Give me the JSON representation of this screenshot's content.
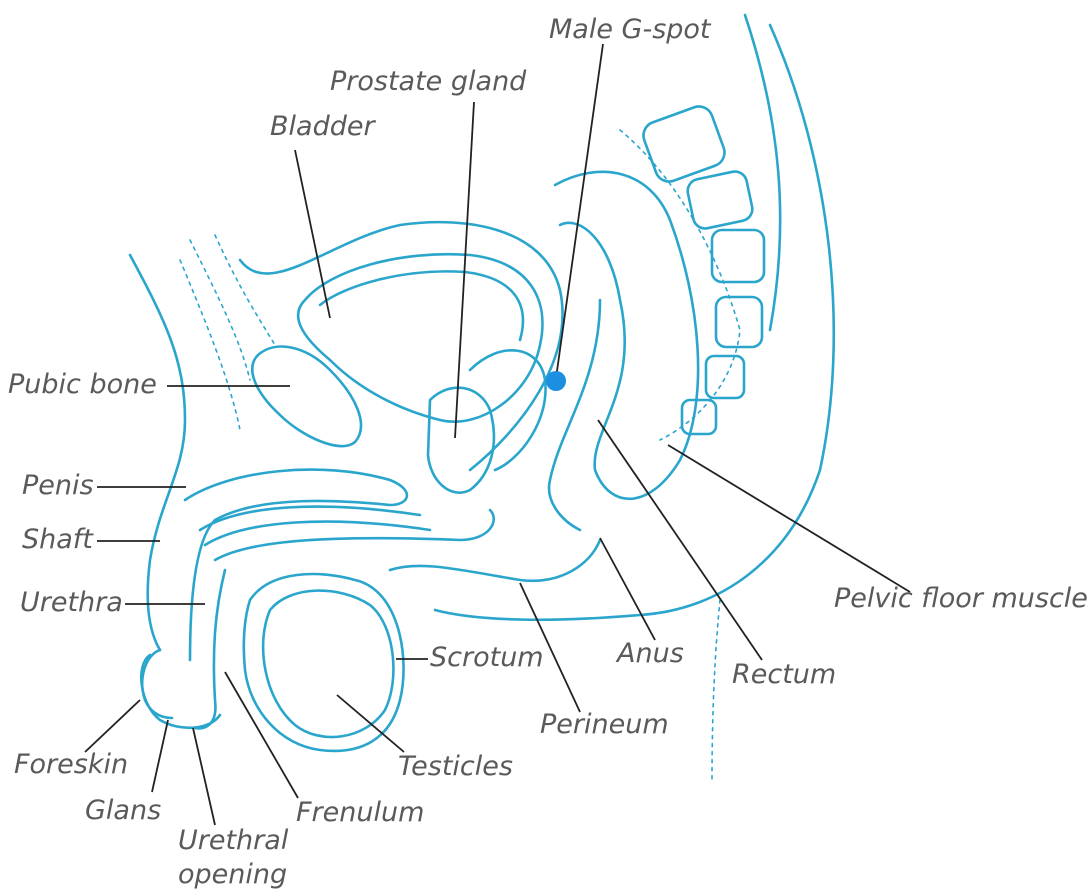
{
  "colors": {
    "outline": "#2aa5cc",
    "leader": "#222222",
    "label": "#5a5a5a",
    "marker": "#1c8fe0"
  },
  "labels": {
    "male_g_spot": "Male G-spot",
    "prostate_gland": "Prostate gland",
    "bladder": "Bladder",
    "pubic_bone": "Pubic bone",
    "penis": "Penis",
    "shaft": "Shaft",
    "urethra": "Urethra",
    "scrotum": "Scrotum",
    "anus": "Anus",
    "rectum": "Rectum",
    "pelvic_floor_muscle": "Pelvic floor muscle",
    "perineum": "Perineum",
    "testicles": "Testicles",
    "foreskin": "Foreskin",
    "glans": "Glans",
    "frenulum": "Frenulum",
    "urethral_opening_line1": "Urethral",
    "urethral_opening_line2": "opening"
  }
}
